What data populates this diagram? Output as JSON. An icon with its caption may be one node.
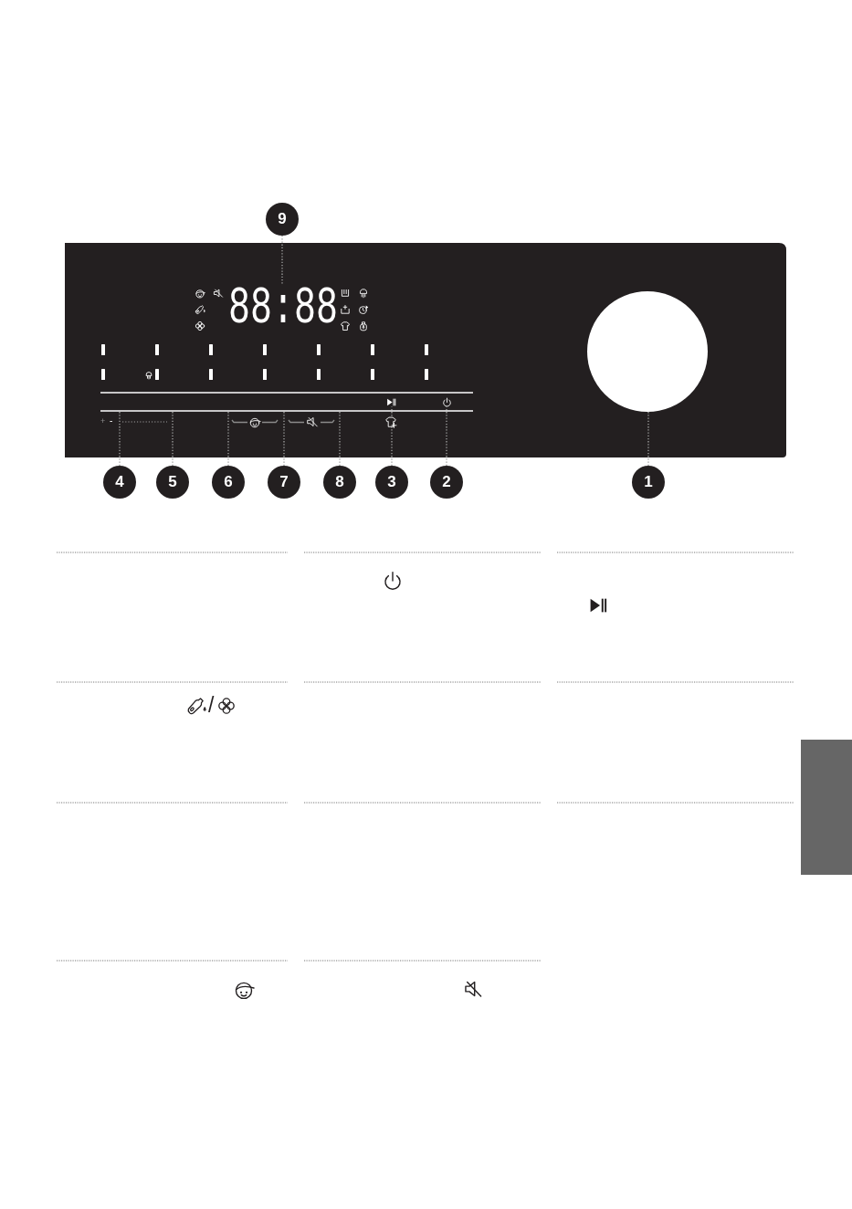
{
  "diagram": {
    "nodes": [
      {
        "text": [
          "9"
        ]
      },
      {
        "text": [
          "88:88"
        ]
      },
      {
        "text": [],
        "shape": "picture"
      },
      {
        "text": [],
        "shape": "picture"
      },
      {
        "text": [],
        "shape": "circle"
      },
      {
        "text": [
          "4"
        ]
      },
      {
        "text": [
          "5"
        ]
      },
      {
        "text": [
          "6"
        ]
      },
      {
        "text": [
          "7"
        ]
      },
      {
        "text": [
          "8"
        ]
      },
      {
        "text": [
          "3"
        ]
      },
      {
        "text": [
          "2"
        ]
      },
      {
        "text": [
          "1"
        ]
      },
      {
        "text": [],
        "shape": "box"
      }
    ],
    "edges": [
      {
        "from": 12,
        "to": 4,
        "arrow": "none",
        "style": "dashed"
      },
      {
        "from": 11,
        "to": 3,
        "arrow": "none",
        "style": "dashed"
      },
      {
        "from": 10,
        "to": 2,
        "arrow": "none",
        "style": "dashed"
      },
      {
        "from": 5,
        "to": null,
        "arrow": "none",
        "style": "dashed"
      },
      {
        "from": 6,
        "to": null,
        "arrow": "none",
        "style": "dashed"
      },
      {
        "from": 7,
        "to": null,
        "arrow": "none",
        "style": "dashed"
      },
      {
        "from": 8,
        "to": null,
        "arrow": "none",
        "style": "dashed"
      },
      {
        "from": 9,
        "to": null,
        "arrow": "none",
        "style": "dashed"
      },
      {
        "from": 0,
        "to": 1,
        "arrow": "none",
        "style": "dashed"
      }
    ],
    "labels": [
      "+",
      "-",
      "/"
    ]
  }
}
